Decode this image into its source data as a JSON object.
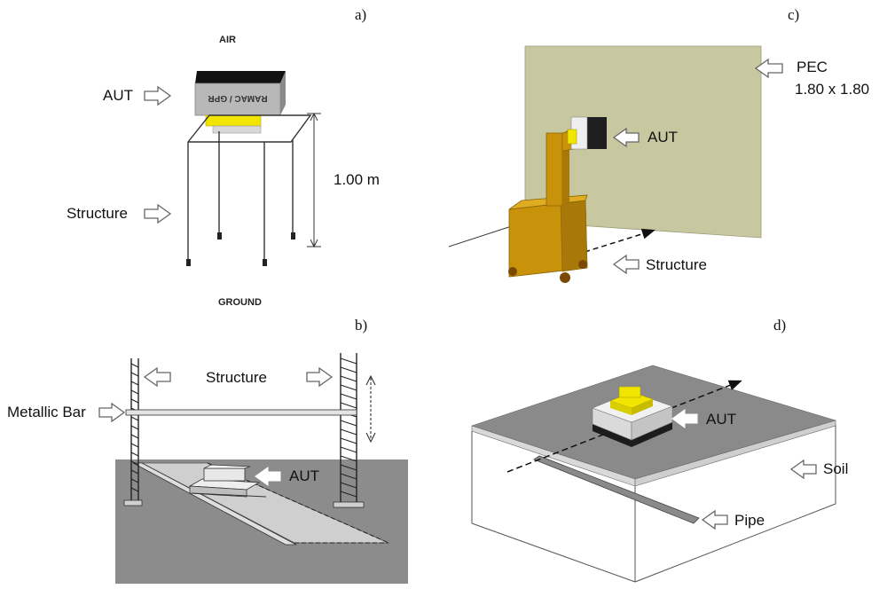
{
  "panels": {
    "a": {
      "tag": "a)",
      "top_label": "AIR",
      "bottom_label": "GROUND",
      "aut_label": "AUT",
      "structure_label": "Structure",
      "height_label": "1.00 m",
      "device_text": "RAMAC / GPR"
    },
    "b": {
      "tag": "b)",
      "structure_label": "Structure",
      "bar_label": "Metallic Bar",
      "aut_label": "AUT"
    },
    "c": {
      "tag": "c)",
      "pec_label": "PEC",
      "pec_size": "1.80 x 1.80",
      "aut_label": "AUT",
      "structure_label": "Structure"
    },
    "d": {
      "tag": "d)",
      "aut_label": "AUT",
      "soil_label": "Soil",
      "pipe_label": "Pipe"
    }
  },
  "colors": {
    "yellow": "#f2e600",
    "pec_plane": "#c8c8a0",
    "robot": "#c8930a",
    "ground": "#8c8c8c",
    "soil_top": "#8a8a8a"
  }
}
